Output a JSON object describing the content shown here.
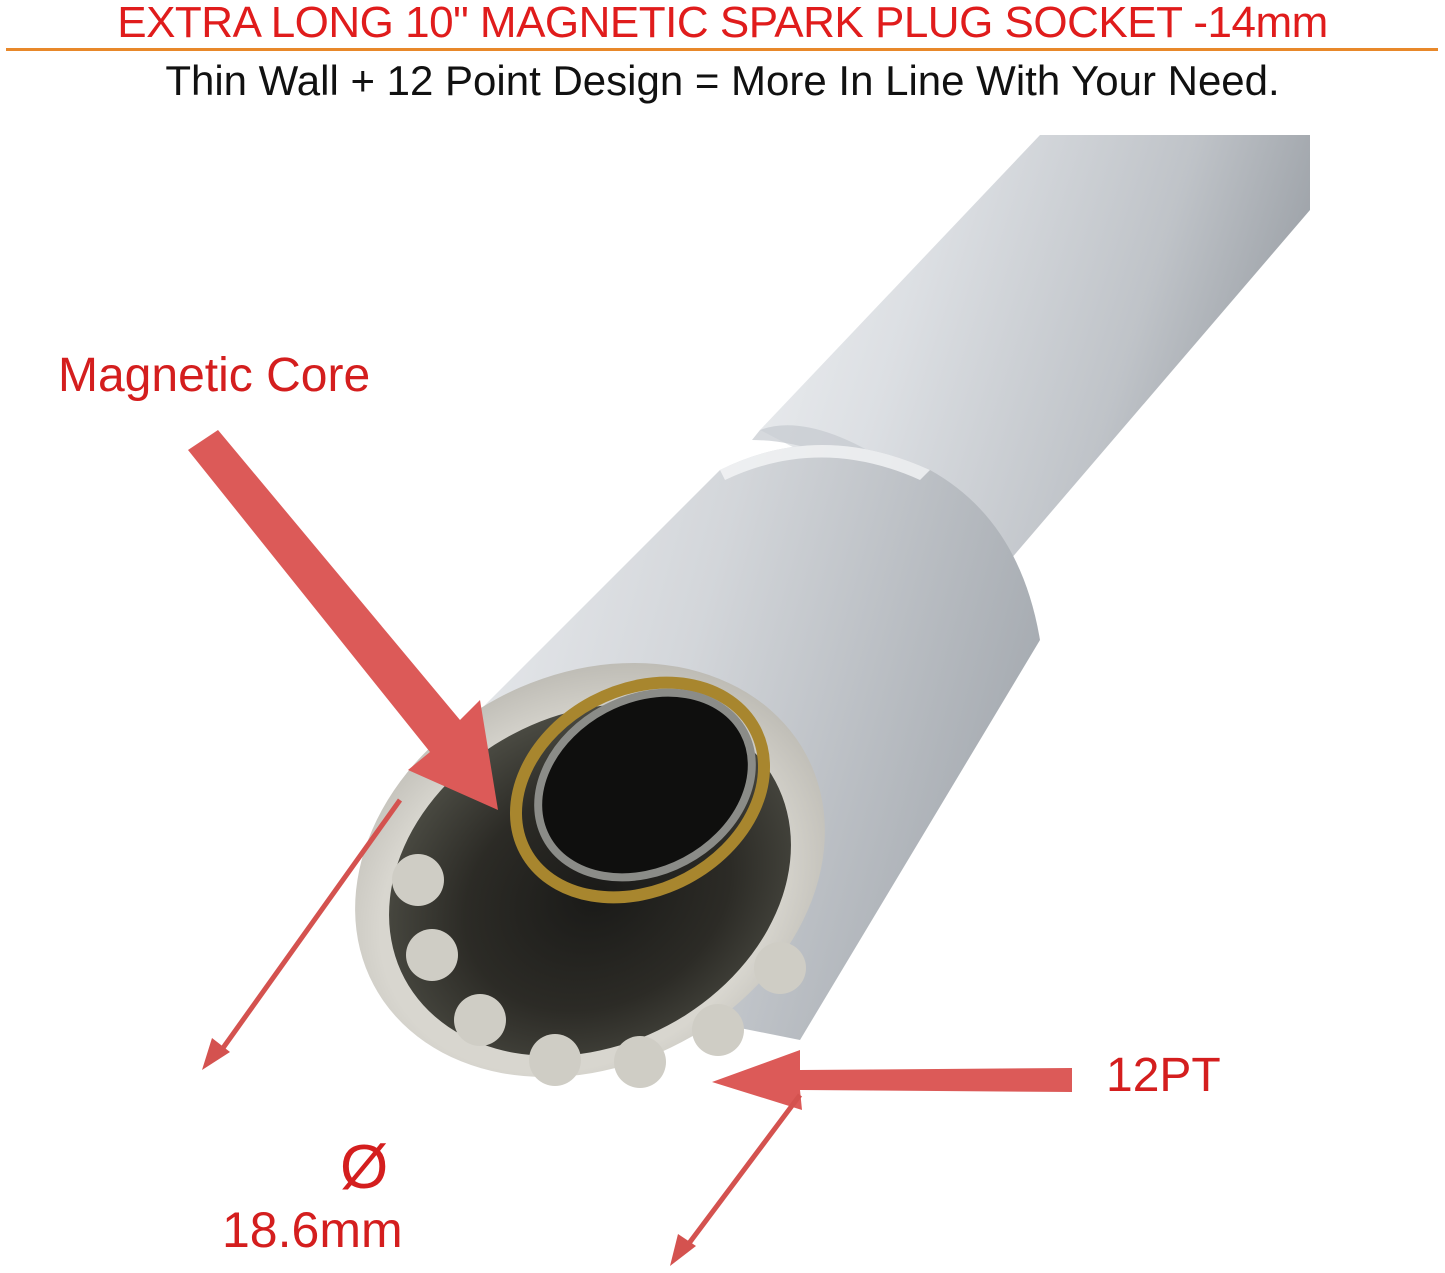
{
  "header": {
    "title": "EXTRA LONG 10\" MAGNETIC SPARK PLUG SOCKET -14mm",
    "subtitle": "Thin Wall + 12 Point Design = More In Line With Your Need."
  },
  "callouts": {
    "magnetic_core": "Magnetic Core",
    "points": "12PT",
    "diameter_symbol": "Ø",
    "diameter_value": "18.6mm"
  },
  "colors": {
    "title_red": "#e01c1c",
    "label_red": "#d41e1e",
    "arrow_red": "#dc5a58",
    "rule_orange": "#e8882a",
    "socket_silver": "#d2d5d9"
  }
}
